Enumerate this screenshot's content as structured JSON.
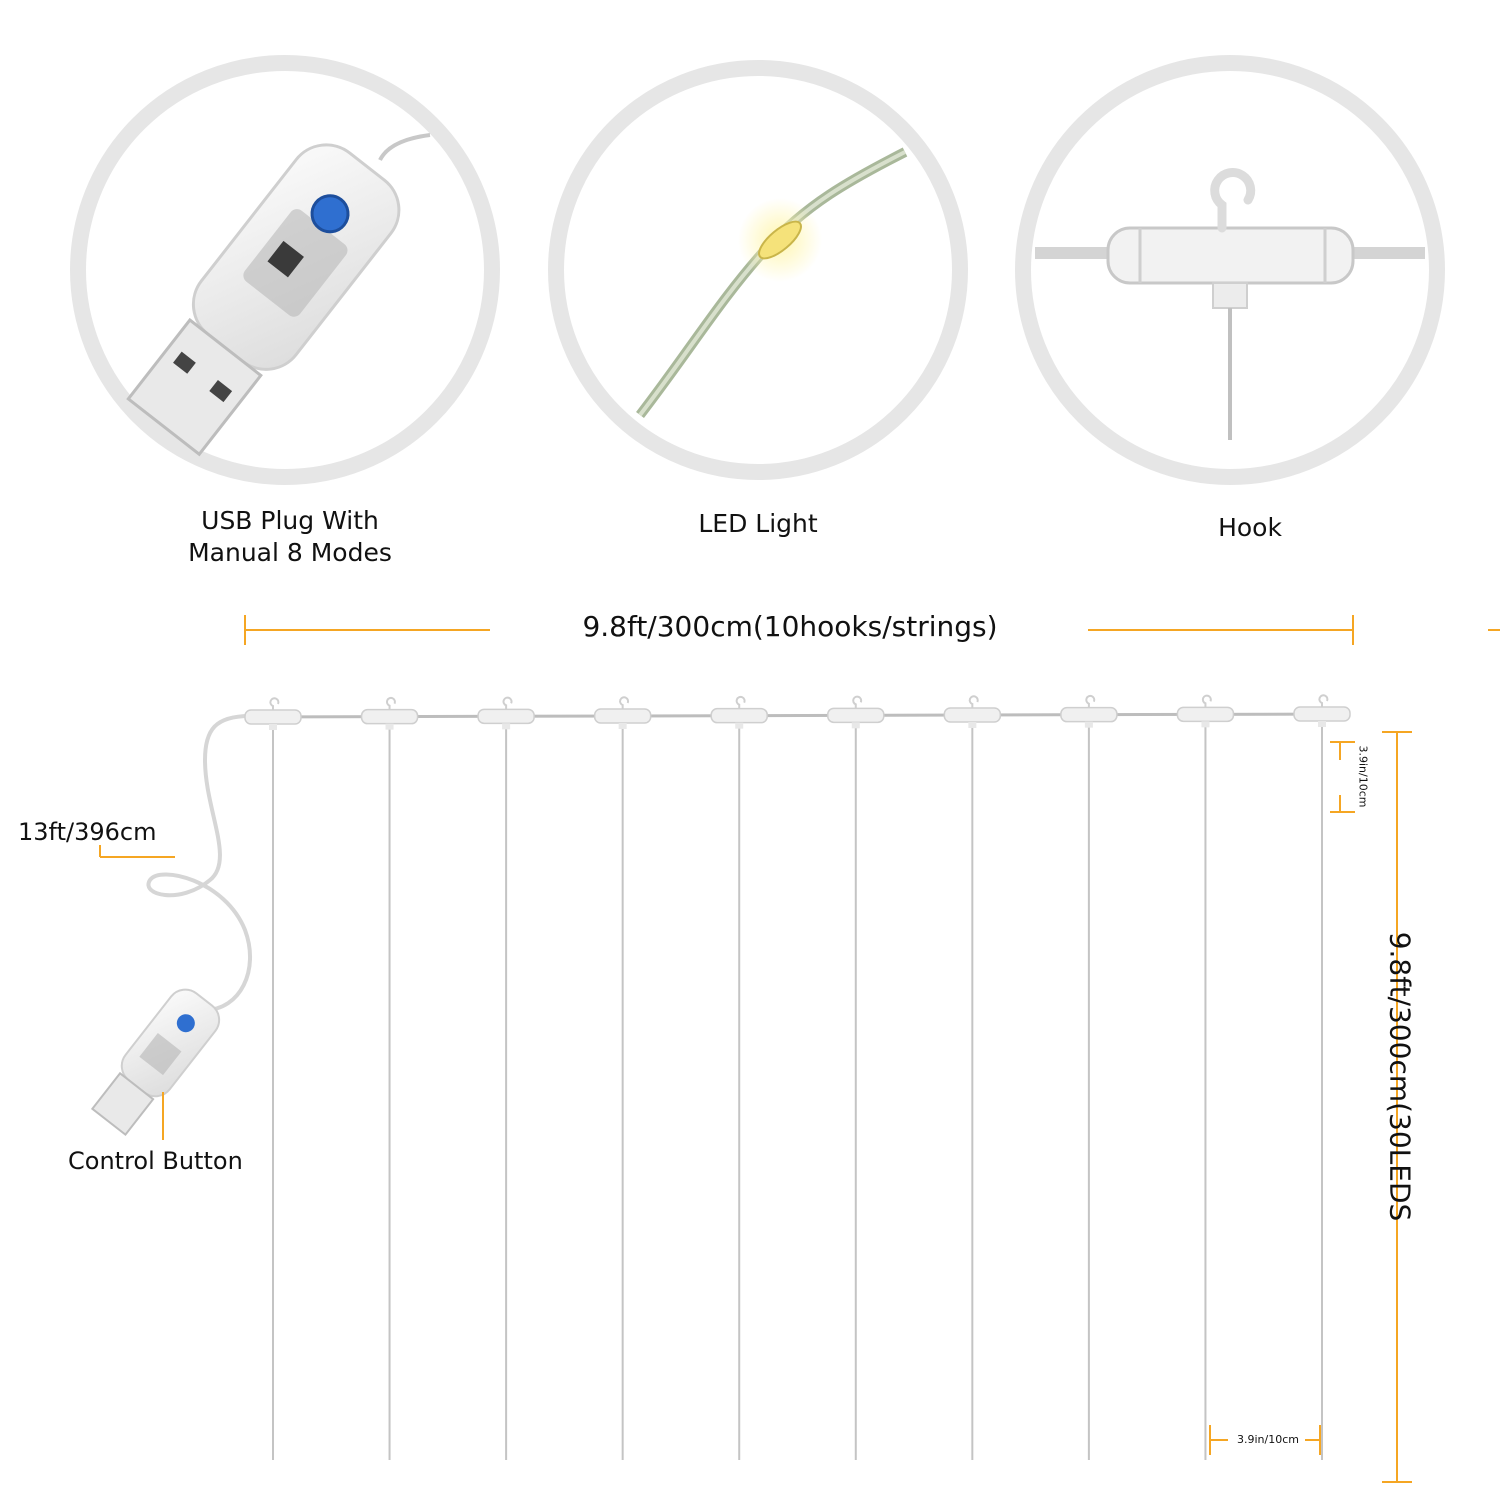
{
  "detail_labels": {
    "usb": [
      "USB Plug With",
      "Manual 8 Modes"
    ],
    "led": "LED Light",
    "hook": "Hook"
  },
  "dimensions": {
    "width_label": "9.8ft/300cm(10hooks/strings)",
    "height_label": "9.8ft/300cm(30LEDS",
    "cable_label": "13ft/396cm",
    "control_label": "Control Button",
    "led_spacing_label": "3.9in/10cm",
    "string_spacing_label": "3.9in/10cm"
  },
  "hook_count": 10,
  "colors": {
    "accent": "#F5A623",
    "circle_ring": "#E6E6E6",
    "wire": "#B8B8B8",
    "button": "#2F6FD0"
  },
  "icons": [
    "usb-plug-icon",
    "led-light-icon",
    "hook-icon",
    "control-button-icon"
  ]
}
